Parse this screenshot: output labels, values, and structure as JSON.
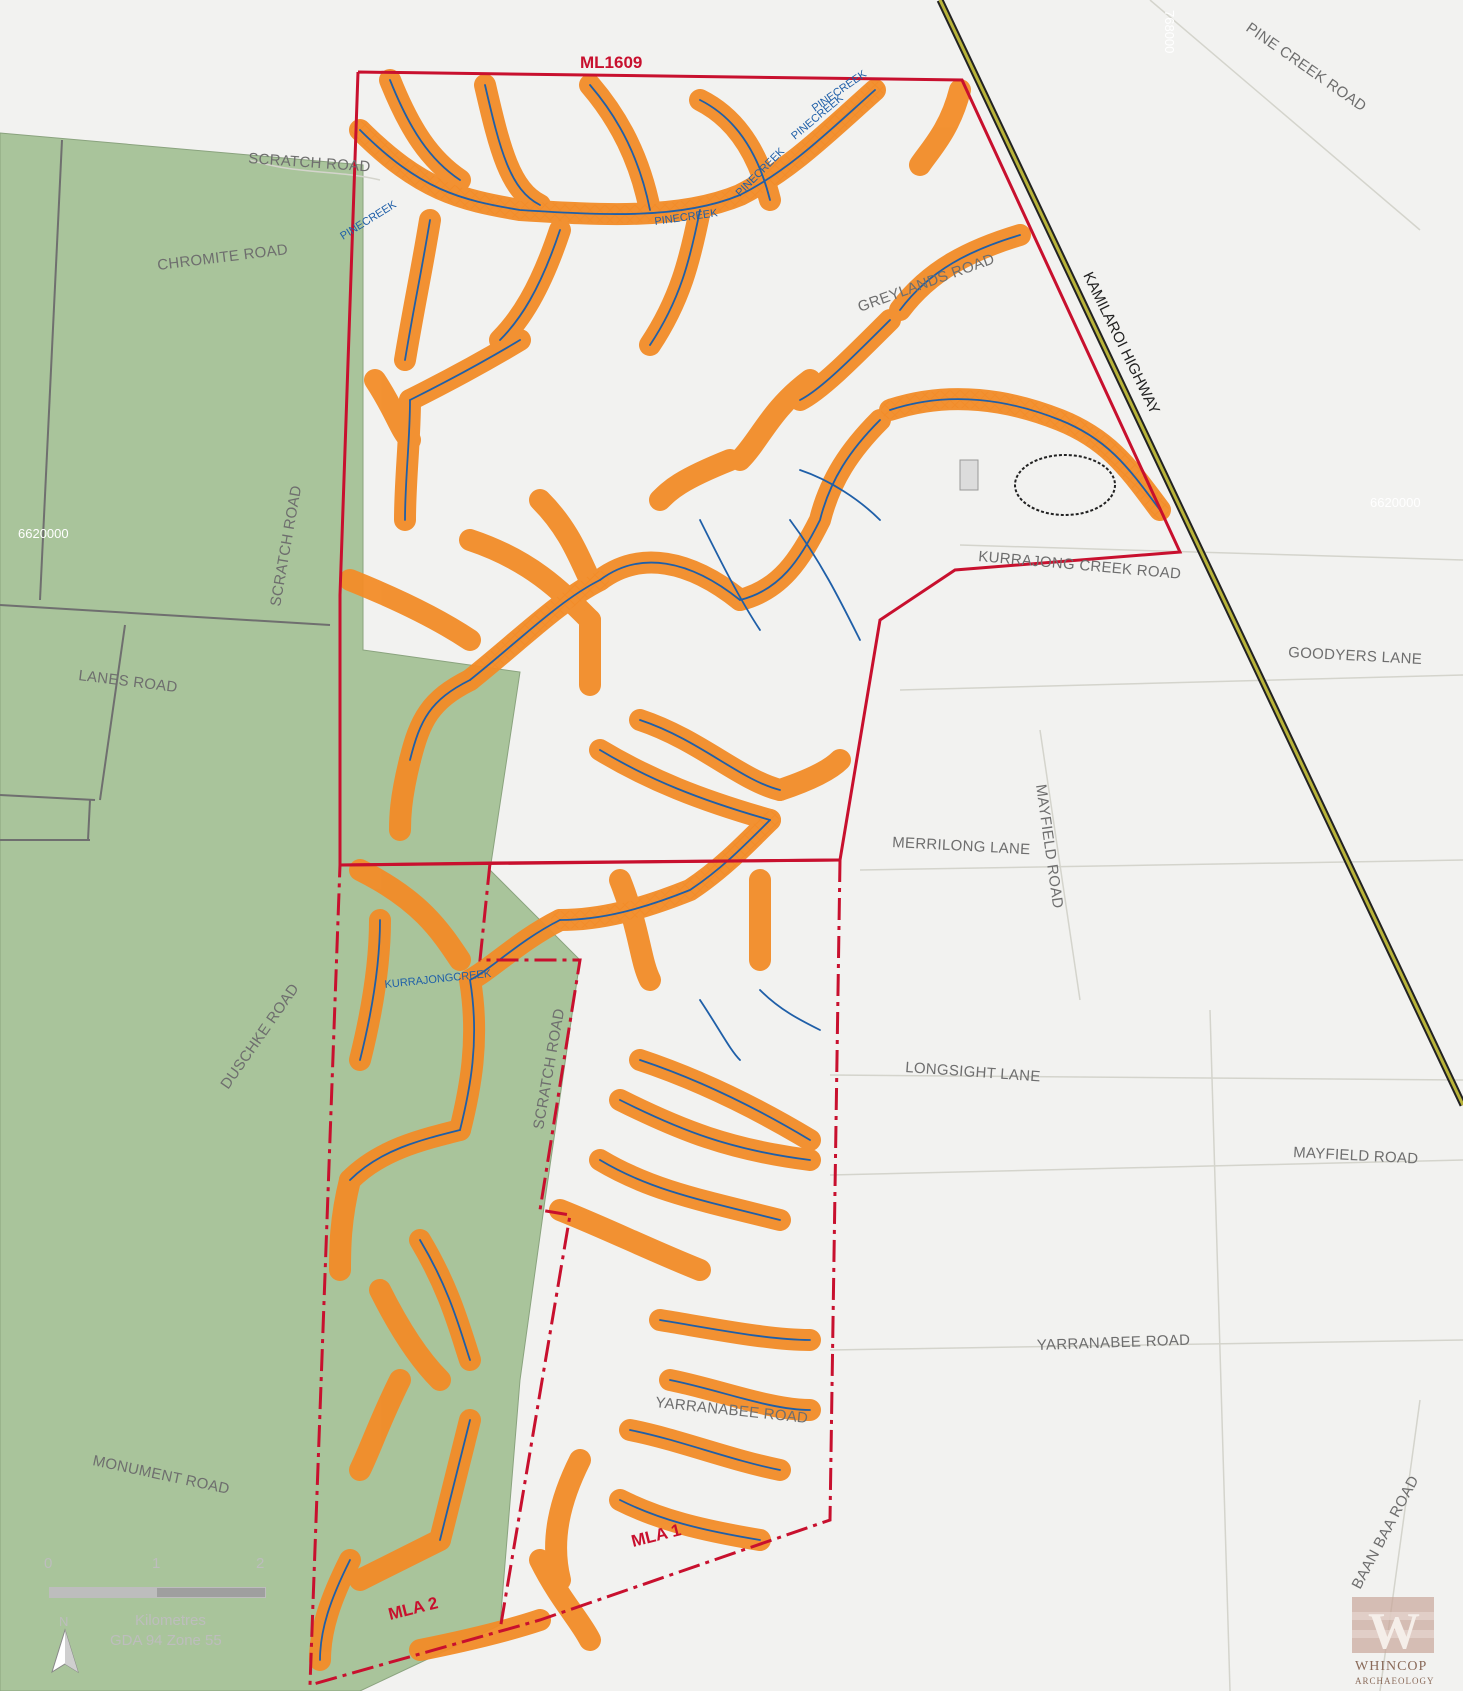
{
  "boundaries": {
    "ml1609": "ML1609",
    "mla1": "MLA 1",
    "mla2": "MLA 2"
  },
  "roads": {
    "scratch_road_north": "SCRATCH ROAD",
    "chromite_road": "CHROMITE ROAD",
    "scratch_road_west": "SCRATCH ROAD",
    "lanes_road": "LANES ROAD",
    "duschke_road": "DUSCHKE ROAD",
    "monument_road": "MONUMENT ROAD",
    "scratch_road_south": "SCRATCH ROAD",
    "greylands_road": "GREYLANDS ROAD",
    "kurrajong_creek_road": "KURRAJONG CREEK ROAD",
    "goodyers_lane": "GOODYERS LANE",
    "merrilong_lane": "MERRILONG LANE",
    "mayfield_road_vertical": "MAYFIELD ROAD",
    "longsight_lane": "LONGSIGHT LANE",
    "mayfield_road": "MAYFIELD ROAD",
    "yarranabee_road_east": "YARRANABEE ROAD",
    "yarranabee_road": "YARRANABEE ROAD",
    "baan_baa_road": "BAAN BAA ROAD",
    "pine_creek_road": "PINE CREEK ROAD",
    "kamilaroi_highway": "KAMILAROI HIGHWAY"
  },
  "creeks": {
    "pinecreek_1": "PINECREEK",
    "pinecreek_2": "PINECREEK",
    "pinecreek_3": "PINECREEK",
    "pinecreek_4": "PINECREEK",
    "pinecreek_5": "PINECREEK",
    "kurrajongcreek": "KURRAJONGCREEK"
  },
  "grid": {
    "northing_west": "6620000",
    "northing_east": "6620000",
    "easting_top": "768000"
  },
  "scale": {
    "tick_0": "0",
    "tick_1": "1",
    "tick_2": "2",
    "units": "Kilometres",
    "projection": "GDA 94 Zone 55"
  },
  "north": "N",
  "logo": {
    "letter": "W",
    "line1": "WHINCOP",
    "line2": "ARCHAEOLOGY"
  },
  "colors": {
    "boundary": "#c8102e",
    "buffer": "#f28c28",
    "creek": "#1f5fa8",
    "forest": "#a9c49b",
    "highway": "#8c8a3a"
  }
}
